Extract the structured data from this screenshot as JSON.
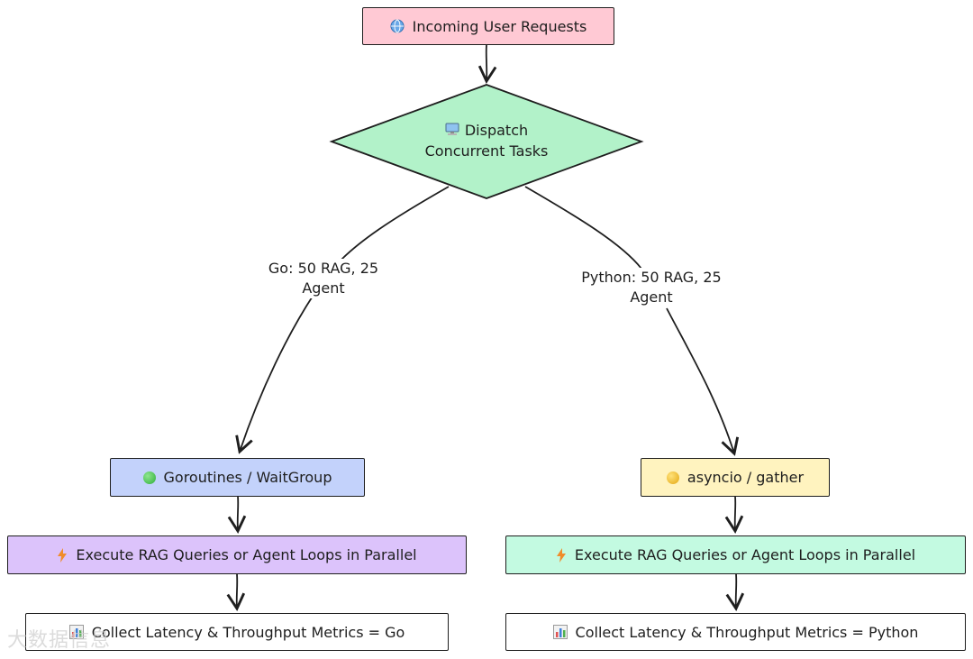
{
  "nodes": {
    "incoming": {
      "label": "Incoming User Requests",
      "icon": "globe-icon"
    },
    "dispatch": {
      "label_line1": "Dispatch",
      "label_line2": "Concurrent Tasks",
      "icon": "computer-icon"
    },
    "go_runtime": {
      "label": "Goroutines / WaitGroup",
      "icon": "green-circle-icon"
    },
    "py_runtime": {
      "label": "asyncio / gather",
      "icon": "yellow-circle-icon"
    },
    "go_execute": {
      "label": "Execute RAG Queries or Agent Loops in Parallel",
      "icon": "lightning-icon"
    },
    "py_execute": {
      "label": "Execute RAG Queries or Agent Loops in Parallel",
      "icon": "lightning-icon"
    },
    "go_collect": {
      "label": "Collect Latency & Throughput Metrics = Go",
      "icon": "bar-chart-icon"
    },
    "py_collect": {
      "label": "Collect Latency & Throughput Metrics = Python",
      "icon": "bar-chart-icon"
    }
  },
  "edges": {
    "go_branch": {
      "line1": "Go: 50 RAG, 25",
      "line2": "Agent"
    },
    "py_branch": {
      "line1": "Python: 50 RAG, 25",
      "line2": "Agent"
    }
  },
  "colors": {
    "incoming_fill": "#ffc9d4",
    "dispatch_fill": "#b2f2c9",
    "go_runtime_fill": "#c3d2fb",
    "py_runtime_fill": "#fff3bf",
    "go_execute_fill": "#dcc3fb",
    "py_execute_fill": "#c3fae1",
    "collect_fill": "#ffffff",
    "stroke": "#1e1e1e"
  },
  "watermark": "大数据信息"
}
